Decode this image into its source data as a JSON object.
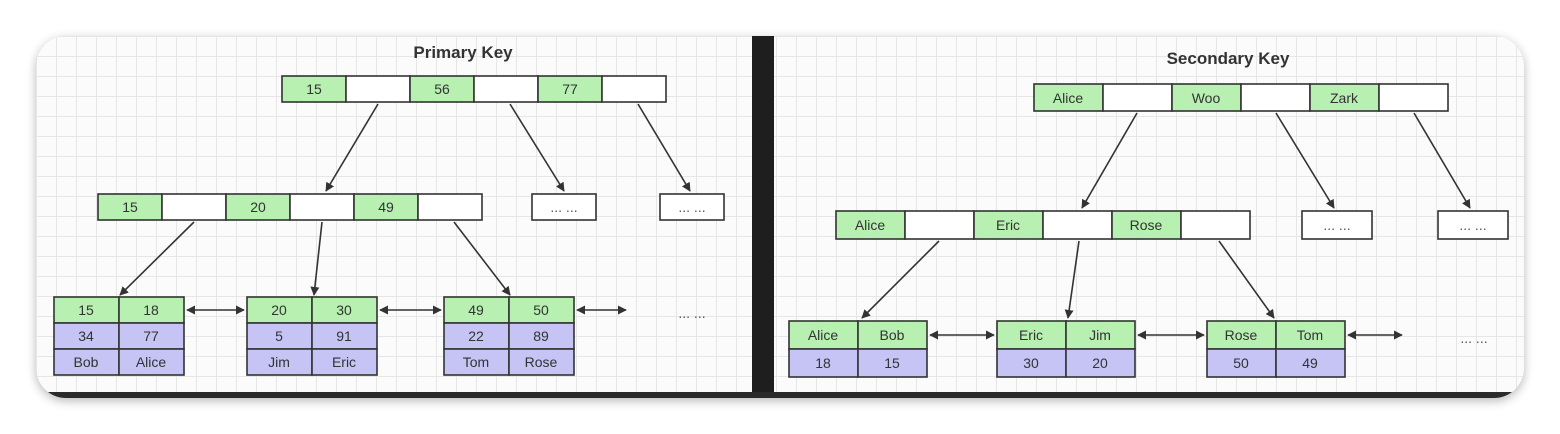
{
  "primary": {
    "title": "Primary Key",
    "root_keys": [
      "15",
      "56",
      "77"
    ],
    "mid_keys": [
      "15",
      "20",
      "49"
    ],
    "placeholders": [
      "... ...",
      "... ..."
    ],
    "leaves": [
      {
        "keys": [
          "15",
          "18"
        ],
        "ages": [
          "34",
          "77"
        ],
        "names": [
          "Bob",
          "Alice"
        ]
      },
      {
        "keys": [
          "20",
          "30"
        ],
        "ages": [
          "5",
          "91"
        ],
        "names": [
          "Jim",
          "Eric"
        ]
      },
      {
        "keys": [
          "49",
          "50"
        ],
        "ages": [
          "22",
          "89"
        ],
        "names": [
          "Tom",
          "Rose"
        ]
      }
    ],
    "trailing": "... ..."
  },
  "secondary": {
    "title": "Secondary Key",
    "root_keys": [
      "Alice",
      "Woo",
      "Zark"
    ],
    "mid_keys": [
      "Alice",
      "Eric",
      "Rose"
    ],
    "placeholders": [
      "... ...",
      "... ..."
    ],
    "leaves": [
      {
        "keys": [
          "Alice",
          "Bob"
        ],
        "ids": [
          "18",
          "15"
        ]
      },
      {
        "keys": [
          "Eric",
          "Jim"
        ],
        "ids": [
          "30",
          "20"
        ]
      },
      {
        "keys": [
          "Rose",
          "Tom"
        ],
        "ids": [
          "50",
          "49"
        ]
      }
    ],
    "trailing": "... ..."
  },
  "colors": {
    "key_cell": "#b7f0b1",
    "value_cell": "#c6c3f5",
    "divider": "#1e1e1e"
  }
}
